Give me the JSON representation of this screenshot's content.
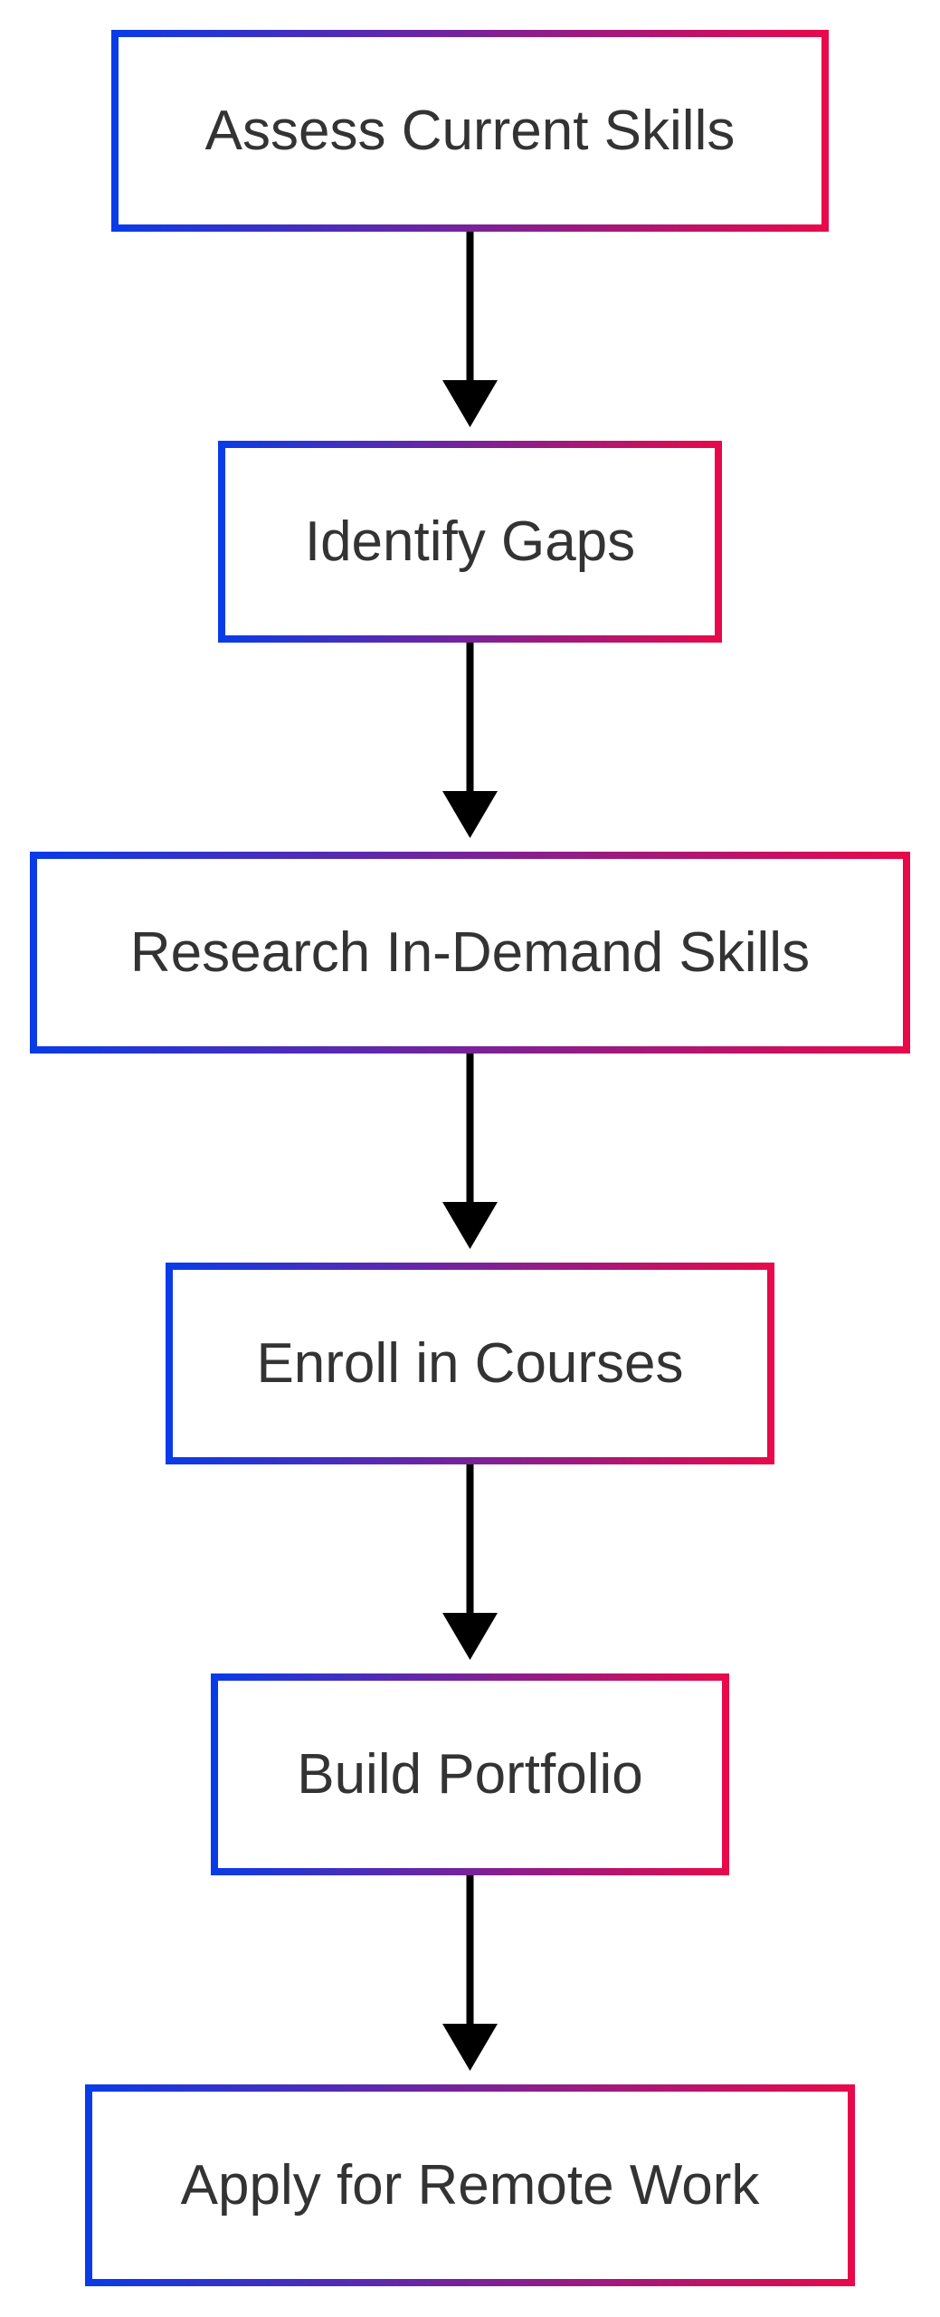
{
  "diagram": {
    "type": "flowchart",
    "direction": "top-to-bottom",
    "colors": {
      "border_start": "#0a3be8",
      "border_end": "#e8094a",
      "arrow": "#000000",
      "text": "#333333",
      "background": "#ffffff"
    },
    "nodes": [
      {
        "id": "n1",
        "label": "Assess Current Skills"
      },
      {
        "id": "n2",
        "label": "Identify Gaps"
      },
      {
        "id": "n3",
        "label": "Research In-Demand Skills"
      },
      {
        "id": "n4",
        "label": "Enroll in Courses"
      },
      {
        "id": "n5",
        "label": "Build Portfolio"
      },
      {
        "id": "n6",
        "label": "Apply for Remote Work"
      }
    ],
    "edges": [
      {
        "from": "n1",
        "to": "n2"
      },
      {
        "from": "n2",
        "to": "n3"
      },
      {
        "from": "n3",
        "to": "n4"
      },
      {
        "from": "n4",
        "to": "n5"
      },
      {
        "from": "n5",
        "to": "n6"
      }
    ]
  }
}
